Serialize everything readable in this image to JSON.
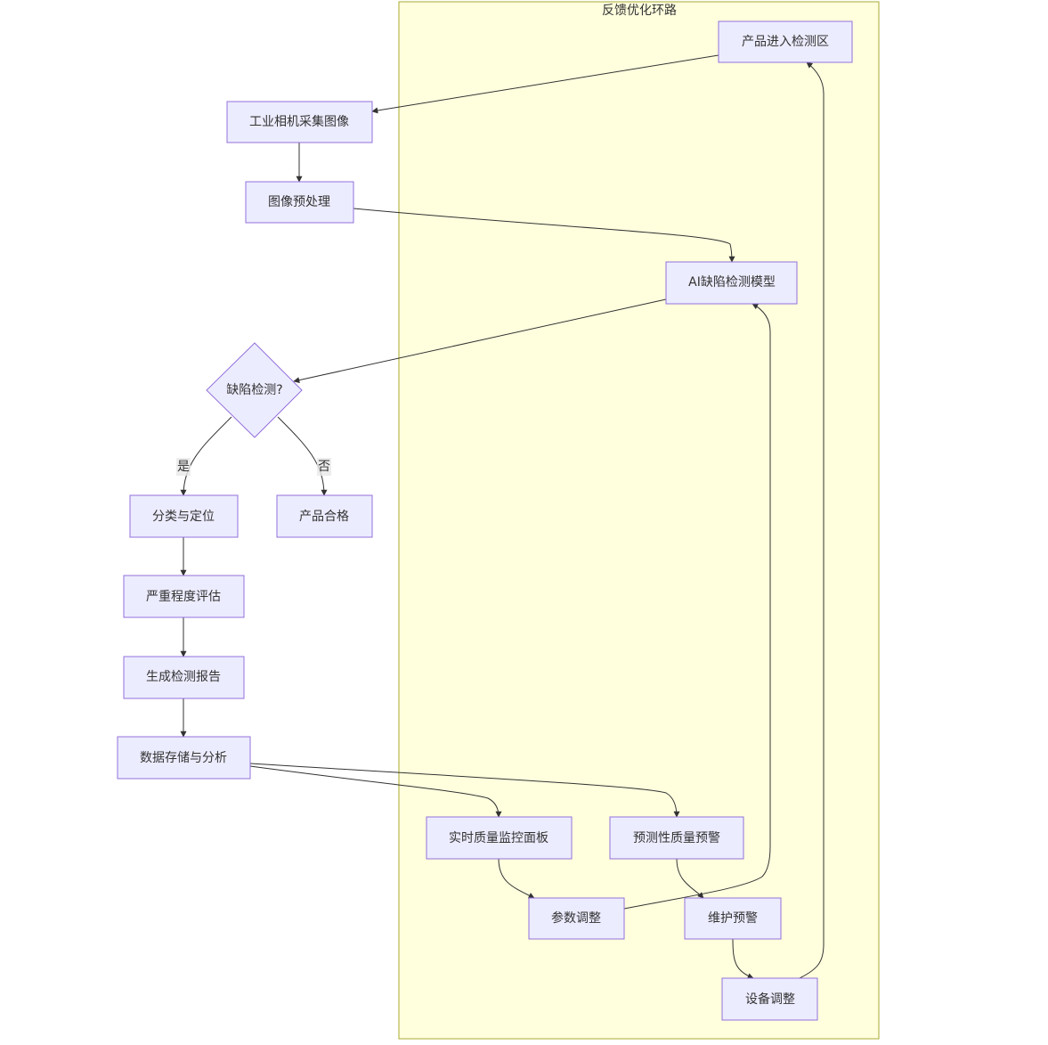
{
  "cluster": {
    "title": "反馈优化环路"
  },
  "nodes": {
    "enter": "产品进入检测区",
    "camera": "工业相机采集图像",
    "preprocess": "图像预处理",
    "ai_model": "AI缺陷检测模型",
    "decision": "缺陷检测?",
    "classify": "分类与定位",
    "qualified": "产品合格",
    "severity": "严重程度评估",
    "report": "生成检测报告",
    "storage": "数据存储与分析",
    "dashboard": "实时质量监控面板",
    "predict": "预测性质量预警",
    "param": "参数调整",
    "maintain": "维护预警",
    "equipment": "设备调整"
  },
  "edges": {
    "yes": "是",
    "no": "否"
  },
  "colors": {
    "node_fill": "#ECECFF",
    "node_stroke": "#9370DB",
    "cluster_fill": "#ffffde",
    "cluster_stroke": "#aaaa33",
    "edge": "#333333"
  }
}
